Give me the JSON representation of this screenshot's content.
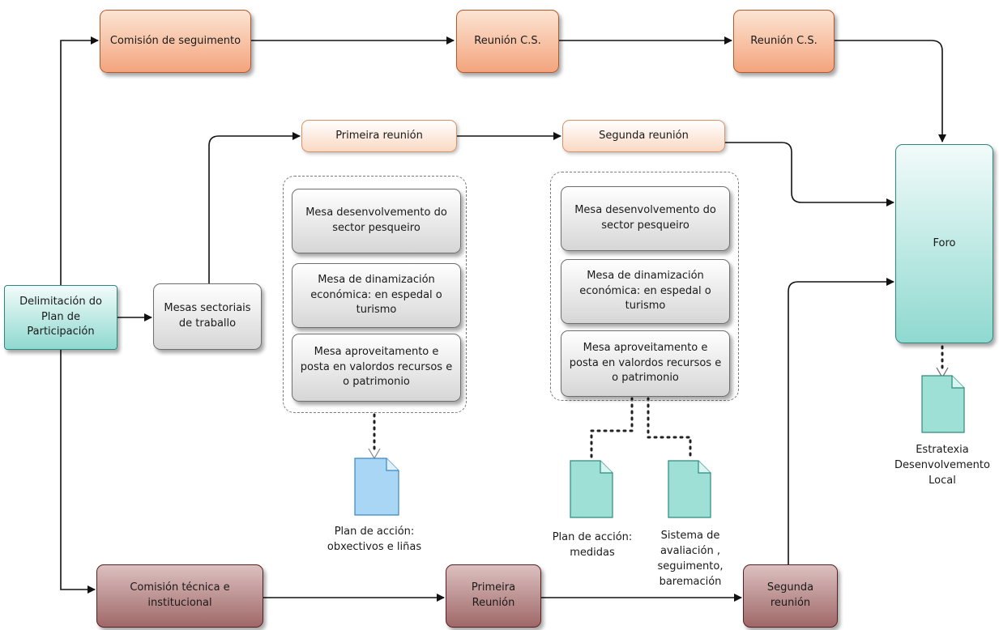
{
  "nodes": {
    "comision_seguimento": "Comisión de seguimento",
    "reunion_cs_1": "Reunión C.S.",
    "reunion_cs_2": "Reunión C.S.",
    "primeira_reunion": "Primeira reunión",
    "segunda_reunion": "Segunda reunión",
    "foro": "Foro",
    "delimitacion": "Delimitación do Plan de Participación",
    "mesas_sectoriais": "Mesas sectoriais de traballo",
    "comision_tecnica": "Comisión técnica e institucional",
    "primeira_reunion_ct": "Primeira Reunión",
    "segunda_reunion_ct": "Segunda reunión"
  },
  "mesas_group_1": [
    "Mesa desenvolvemento do sector pesqueiro",
    "Mesa de dinamización económica: en espedal o turismo",
    "Mesa aproveitamento e posta en valordos recursos e o patrimonio"
  ],
  "mesas_group_2": [
    "Mesa desenvolvemento do sector pesqueiro",
    "Mesa de dinamización económica: en espedal o turismo",
    "Mesa aproveitamento e posta en valordos recursos e o patrimonio"
  ],
  "documents": {
    "plan_accion_obxectivos": "Plan de acción: obxectivos e liñas",
    "plan_accion_medidas": "Plan de acción: medidas",
    "sistema_avaliacion": "Sistema de avaliación , seguimento, baremación",
    "estratexia": "Estratexia Desenvolvemento Local"
  },
  "colors": {
    "orange": "#f3a47d",
    "light_orange": "#fad9c3",
    "maroon": "#a06868",
    "teal": "#8fd9d0",
    "grey": "#d6d6d6",
    "doc_blue": "#a9d6f5",
    "doc_teal": "#9fe0d6"
  }
}
